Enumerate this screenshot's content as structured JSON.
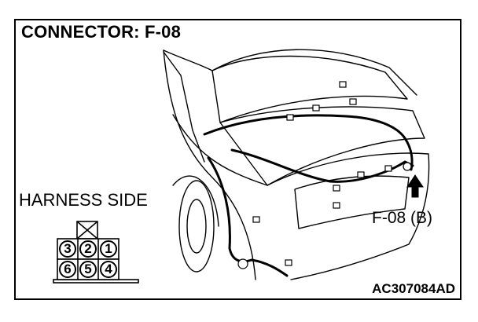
{
  "title": "CONNECTOR: F-08",
  "view_label": "HARNESS SIDE",
  "connector_callout": "F-08 (B)",
  "figure_code": "AC307084AD",
  "connector": {
    "top_row_pins": [
      "3",
      "2",
      "1"
    ],
    "bottom_row_pins": [
      "6",
      "5",
      "4"
    ],
    "blank_cavity": "top-center"
  },
  "colors": {
    "line": "#000000",
    "background": "#ffffff"
  }
}
